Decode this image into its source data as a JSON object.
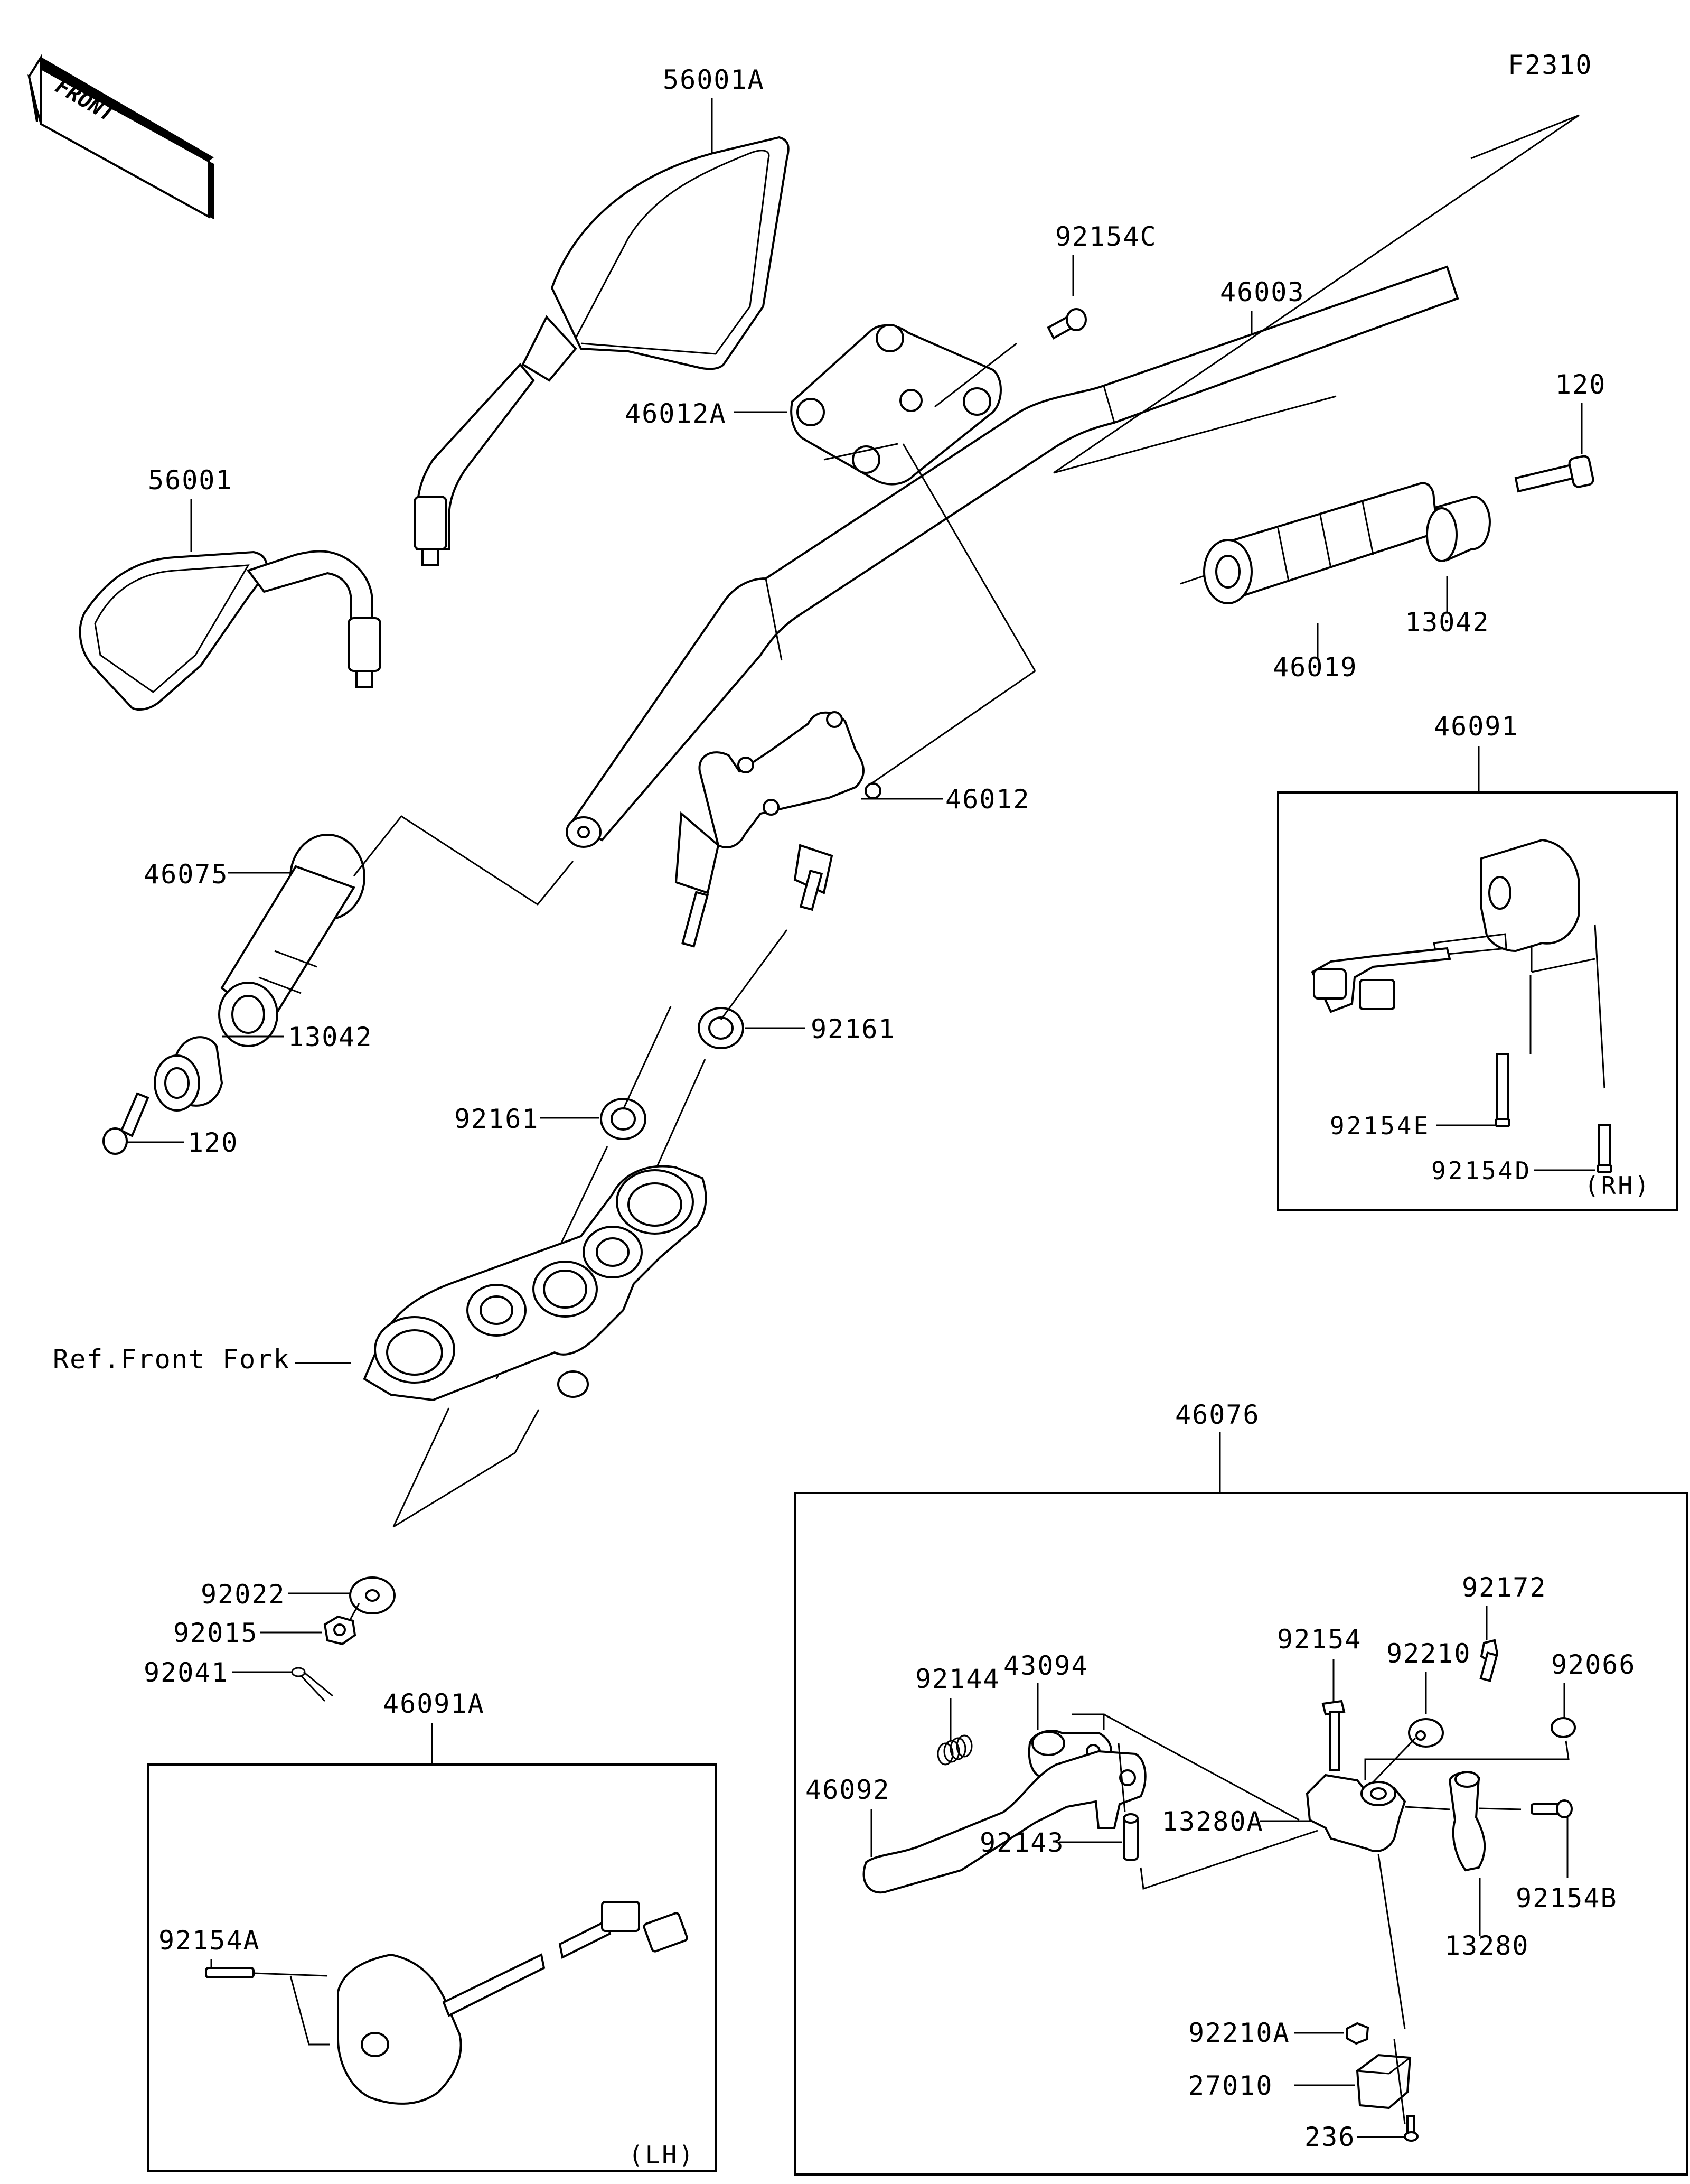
{
  "diagram": {
    "figure_code": "F2310",
    "front_indicator": "FRONT",
    "parts": {
      "mirror_right": "56001A",
      "mirror_left": "56001",
      "bolt_92154C": "92154C",
      "handlebar": "46003",
      "holder_upper": "46012A",
      "bolt_120_right": "120",
      "weight_right": "13042",
      "grip_right": "46019",
      "holder_lower": "46012",
      "grip_left": "46075",
      "weight_left": "13042",
      "bolt_120_left": "120",
      "washer_left": "92161",
      "washer_right": "92161",
      "ref_front_fork": "Ref.Front Fork",
      "washer_92022": "92022",
      "nut_92015": "92015",
      "pin_92041": "92041"
    },
    "rh_switch_box": {
      "part": "46091",
      "screw_e": "92154E",
      "screw_d": "92154D",
      "side": "(RH)"
    },
    "lh_switch_box": {
      "part": "46091A",
      "screw_a": "92154A",
      "side": "(LH)"
    },
    "lever_box": {
      "part": "46076",
      "spring": "92144",
      "adjuster": "43094",
      "lever": "46092",
      "collar": "92143",
      "bolt_92154": "92154",
      "nut_92210": "92210",
      "screw_92172": "92172",
      "cap_92066": "92066",
      "holder_13280A": "13280A",
      "clamp_13280": "13280",
      "bolt_92154B": "92154B",
      "nut_92210A": "92210A",
      "switch_27010": "27010",
      "screw_236": "236"
    }
  }
}
